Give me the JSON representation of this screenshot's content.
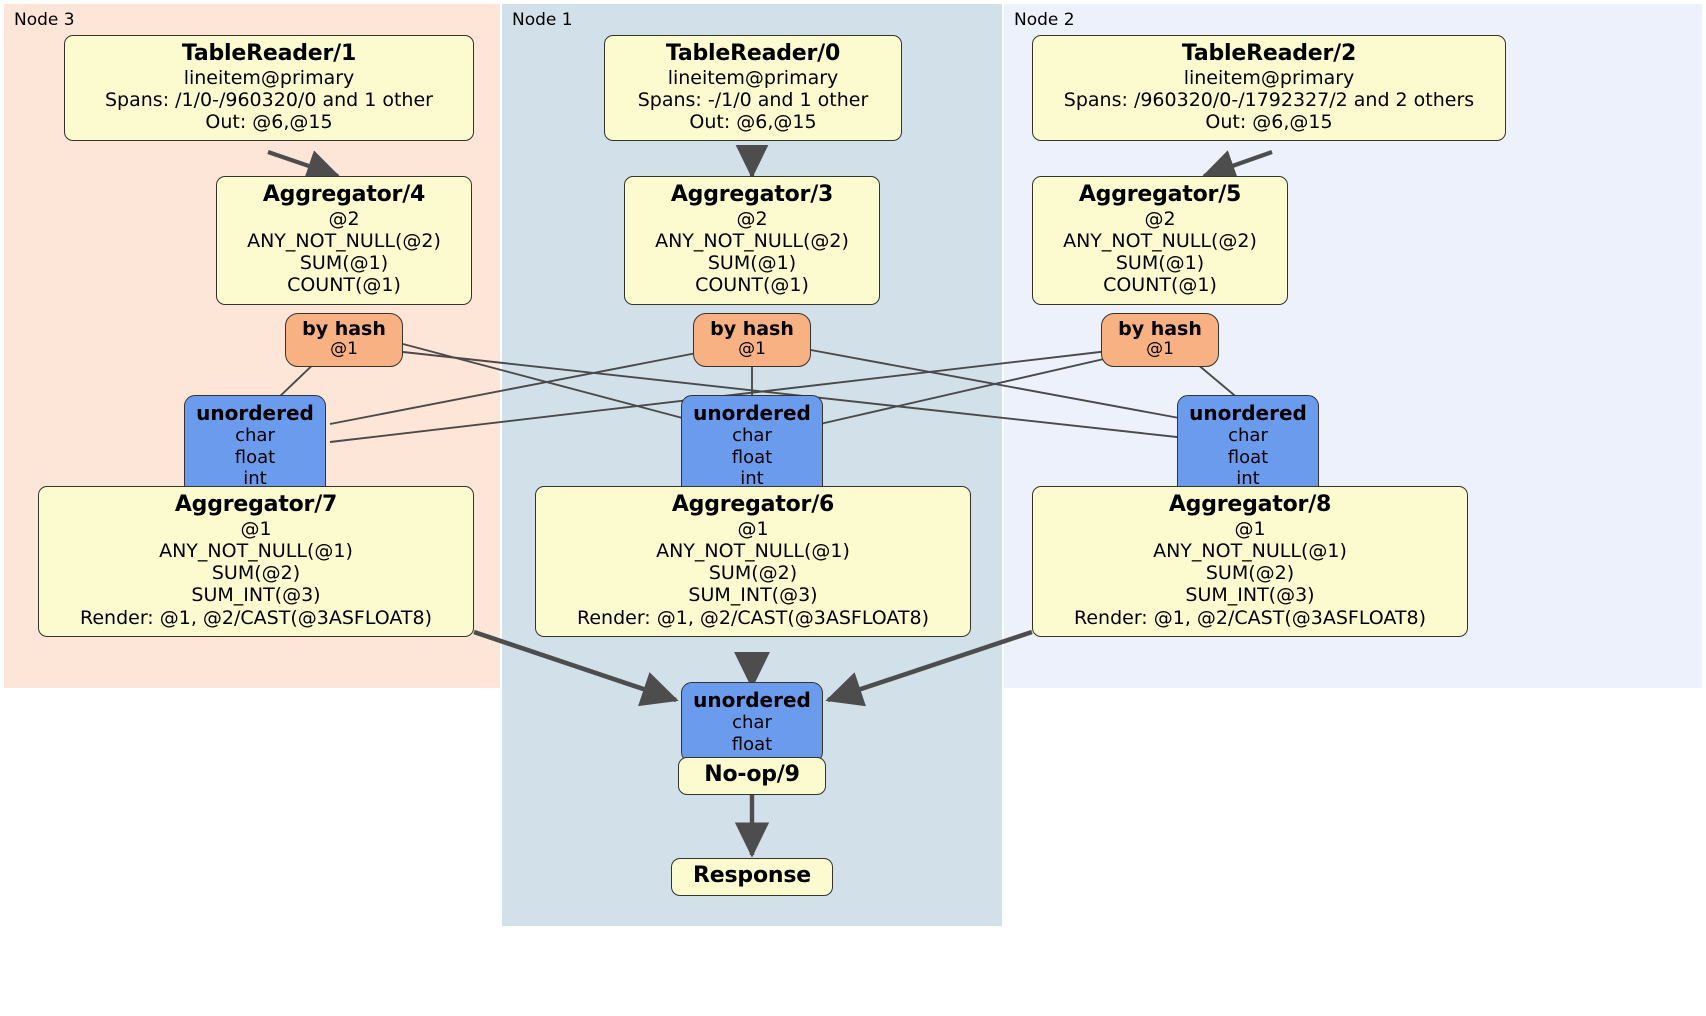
{
  "colors": {
    "node3_panel": "#fde5d7",
    "node1_panel": "#d2e0ea",
    "node2_panel": "#edf1fc",
    "processor_fill": "#fbfbcf",
    "router_fill": "#f8b183",
    "receiver_fill": "#6b9bec",
    "stroke": "#34342c",
    "thin_edge": "#4a4a4a",
    "thick_edge": "#4d4d4d",
    "background": "#ffffff"
  },
  "nodes": [
    {
      "id": "node3",
      "label": "Node 3"
    },
    {
      "id": "node1",
      "label": "Node 1"
    },
    {
      "id": "node2",
      "label": "Node 2"
    }
  ],
  "table_readers": [
    {
      "title": "TableReader/1",
      "source": "lineitem@primary",
      "spans": "Spans: /1/0-/960320/0 and 1 other",
      "out": "Out: @6,@15"
    },
    {
      "title": "TableReader/0",
      "source": "lineitem@primary",
      "spans": "Spans: -/1/0 and 1 other",
      "out": "Out: @6,@15"
    },
    {
      "title": "TableReader/2",
      "source": "lineitem@primary",
      "spans": "Spans: /960320/0-/1792327/2 and 2 others",
      "out": "Out: @6,@15"
    }
  ],
  "stage1_aggregators": [
    {
      "title": "Aggregator/4",
      "group": "@2",
      "funcs": [
        "ANY_NOT_NULL(@2)",
        "SUM(@1)",
        "COUNT(@1)"
      ]
    },
    {
      "title": "Aggregator/3",
      "group": "@2",
      "funcs": [
        "ANY_NOT_NULL(@2)",
        "SUM(@1)",
        "COUNT(@1)"
      ]
    },
    {
      "title": "Aggregator/5",
      "group": "@2",
      "funcs": [
        "ANY_NOT_NULL(@2)",
        "SUM(@1)",
        "COUNT(@1)"
      ]
    }
  ],
  "routers": [
    {
      "title": "by hash",
      "key": "@1"
    },
    {
      "title": "by hash",
      "key": "@1"
    },
    {
      "title": "by hash",
      "key": "@1"
    }
  ],
  "receivers": [
    {
      "title": "unordered",
      "types": [
        "char",
        "float",
        "int"
      ]
    },
    {
      "title": "unordered",
      "types": [
        "char",
        "float",
        "int"
      ]
    },
    {
      "title": "unordered",
      "types": [
        "char",
        "float",
        "int"
      ]
    }
  ],
  "stage2_aggregators": [
    {
      "title": "Aggregator/7",
      "group": "@1",
      "funcs": [
        "ANY_NOT_NULL(@1)",
        "SUM(@2)",
        "SUM_INT(@3)"
      ],
      "render": "Render: @1, @2/CAST(@3ASFLOAT8)"
    },
    {
      "title": "Aggregator/6",
      "group": "@1",
      "funcs": [
        "ANY_NOT_NULL(@1)",
        "SUM(@2)",
        "SUM_INT(@3)"
      ],
      "render": "Render: @1, @2/CAST(@3ASFLOAT8)"
    },
    {
      "title": "Aggregator/8",
      "group": "@1",
      "funcs": [
        "ANY_NOT_NULL(@1)",
        "SUM(@2)",
        "SUM_INT(@3)"
      ],
      "render": "Render: @1, @2/CAST(@3ASFLOAT8)"
    }
  ],
  "final_receiver": {
    "title": "unordered",
    "types": [
      "char",
      "float"
    ]
  },
  "noop": {
    "title": "No-op/9"
  },
  "response": {
    "title": "Response"
  }
}
